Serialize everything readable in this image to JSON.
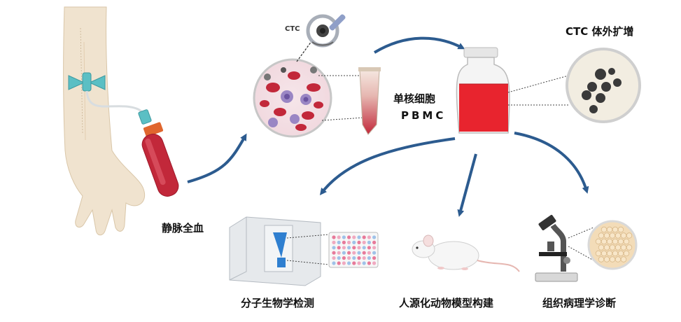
{
  "labels": {
    "ctc_small": "CTC",
    "ctc_expand": "CTC 体外扩增",
    "pbmc_cn": "单核细胞",
    "pbmc_en": "PBMC",
    "whole_blood": "静脉全血",
    "molecular": "分子生物学检测",
    "animal_model": "人源化动物模型构建",
    "pathology": "组织病理学诊断"
  },
  "colors": {
    "skin": "#f0e3cf",
    "skin_shade": "#e2d1b8",
    "needle": "#5bbfc4",
    "blood": "#c2283a",
    "arrow": "#2c5b8f",
    "flask_liquid": "#e8242e",
    "pbmc_purple": "#9a86c4"
  }
}
